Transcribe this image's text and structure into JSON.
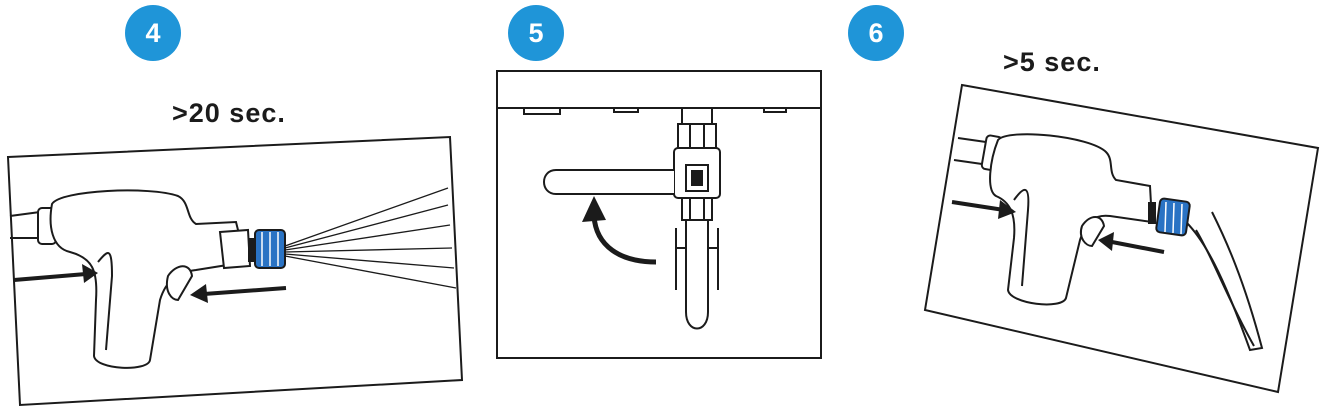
{
  "colors": {
    "badge": "#1f95d8",
    "nozzle": "#2a73c4",
    "line": "#1b1b1b"
  },
  "steps": [
    {
      "number": "4",
      "timing": ">20 sec."
    },
    {
      "number": "5",
      "timing": ""
    },
    {
      "number": "6",
      "timing": ">5 sec."
    }
  ],
  "icons": [
    "spray-gun-icon",
    "arrow-right-icon",
    "arrow-left-icon",
    "spray-jet-icon",
    "ball-valve-icon",
    "curved-arrow-icon"
  ]
}
